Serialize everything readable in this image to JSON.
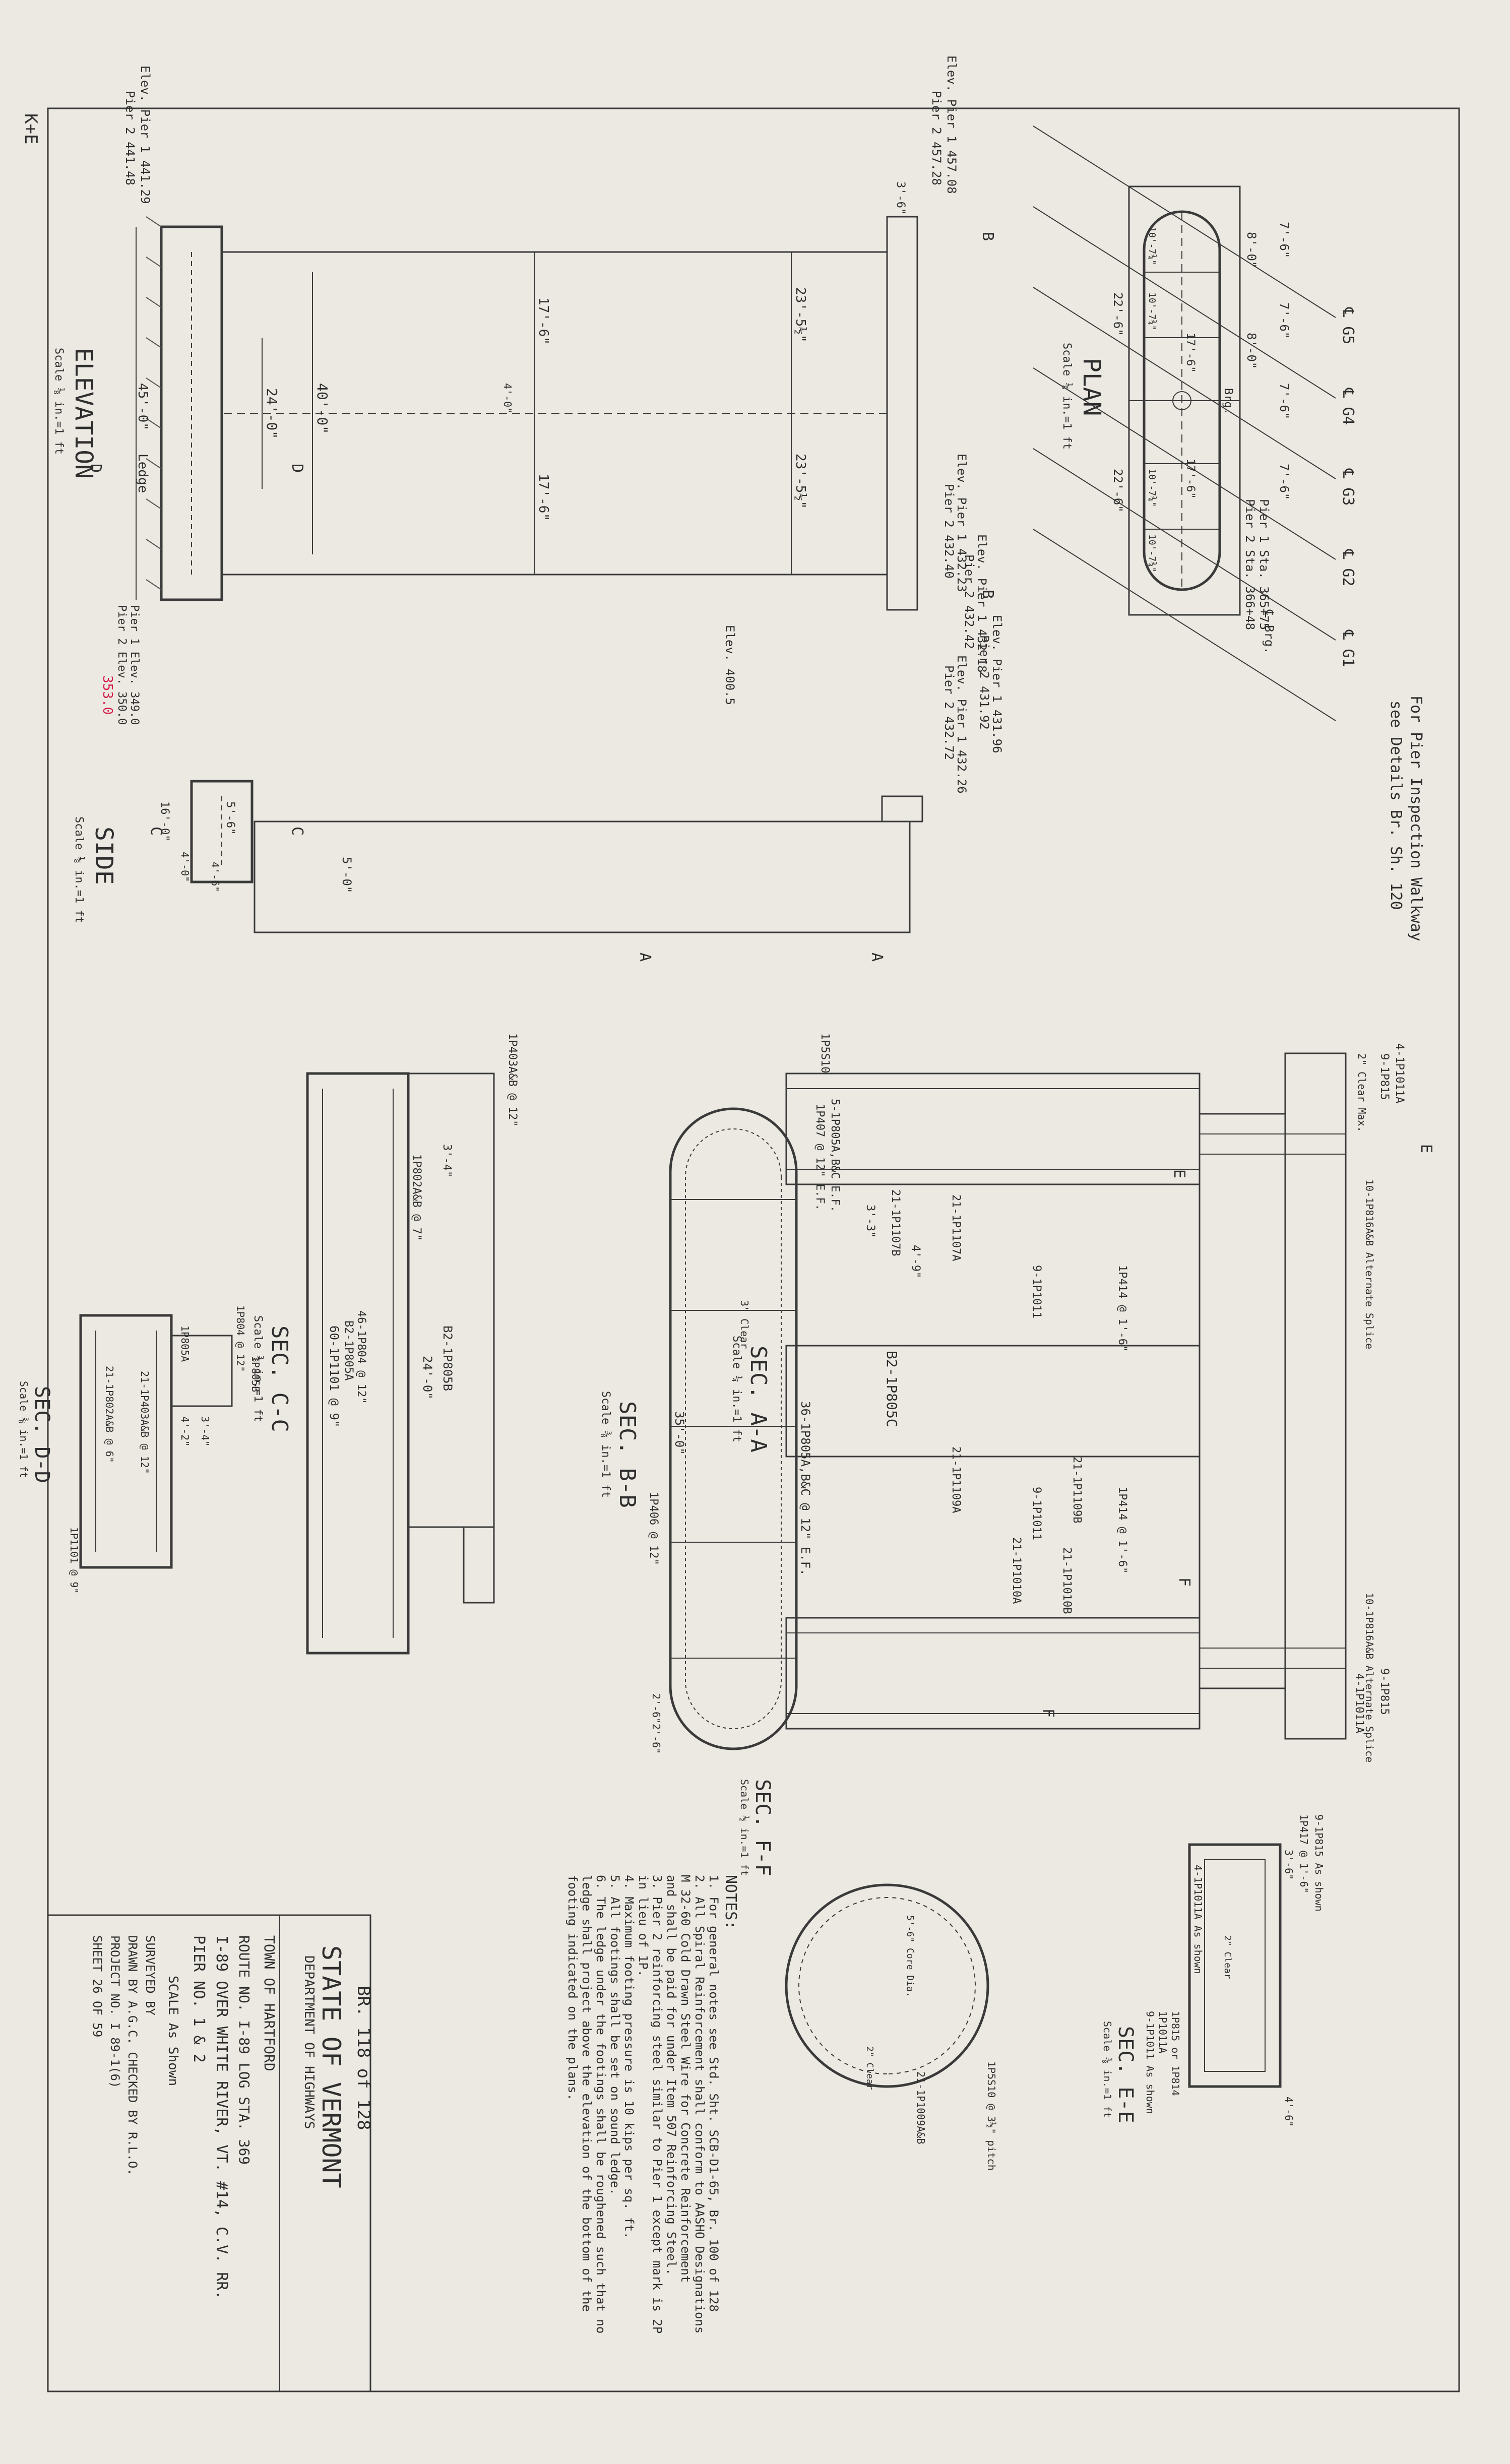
{
  "sheet": {
    "bg_color": "#ece9e2",
    "ink_color": "#2e2e2e",
    "red_color": "#d21e4b",
    "corner_mark": "K+E"
  },
  "plan": {
    "title": "PLAN",
    "scale": "Scale ⅛ in.=1 ft",
    "station_labels": [
      "℄ G5",
      "℄ G4",
      "℄ G3",
      "℄ G2",
      "℄ G1"
    ],
    "dims": [
      "8'-0\"",
      "8'-0\"",
      "7'-6\"",
      "7'-6\"",
      "7'-6\"",
      "7'-6\"",
      "22'-6\"",
      "22'-6\"",
      "Brg.",
      "17'-6\"",
      "17'-6\"",
      "10'-7¾\"",
      "10'-7¾\"",
      "10'-7¾\"",
      "10'-7¾\""
    ],
    "station_note_1": "Pier 1 Sta. 365+75",
    "station_note_2": "Pier 2 Sta. 366+48",
    "brg_label": "℄ Brg."
  },
  "elevation": {
    "title": "ELEVATION",
    "scale": "Scale ⅛ in.=1 ft",
    "elev_top_1": "Elev. Pier 1 457.08",
    "elev_top_2": "Pier 2 457.28",
    "elev_top_3": "Elev. Pier 1 441.29",
    "elev_top_4": "Pier 2 441.48",
    "elev_mid_1": "Elev. Pier 1 432.23",
    "elev_mid_2": "Pier 2 432.40",
    "elev_mid_3": "Elev. Pier 1 432.18",
    "elev_mid_4": "Pier 2 432.42",
    "elev_bot_1": "Elev. Pier 1 431.96",
    "elev_bot_2": "Pier 2 431.92",
    "elev_bot_3": "Elev. Pier 1 432.26",
    "elev_bot_4": "Pier 2 432.72",
    "elev_400": "Elev. 400.5",
    "dims": [
      "3'-6\"",
      "23'-5½\"",
      "23'-5½\"",
      "17'-6\"",
      "17'-6\"",
      "40'-0\"",
      "24'-0\"",
      "45'-0\"",
      "4'-0\""
    ],
    "ledge": "Ledge",
    "footing_elev_1": "Pier 1 Elev. 349.0",
    "footing_elev_2": "Pier 2 Elev. 350.0",
    "footing_elev_red": "353.0",
    "section_marks": [
      "B",
      "B",
      "D",
      "D"
    ]
  },
  "side": {
    "title": "SIDE",
    "scale": "Scale ⅛ in.=1 ft",
    "dims": [
      "5'-0\"",
      "5'-6\"",
      "16'-0\"",
      "4'-0\"",
      "4'-6\""
    ],
    "section_marks": [
      "C",
      "C",
      "A",
      "A"
    ]
  },
  "pier_note": {
    "line1": "For Pier Inspection Walkway",
    "line2": "see Details Br. Sh. 120"
  },
  "sec_aa": {
    "title": "SEC. A-A",
    "scale": "Scale ¼ in.=1 ft",
    "clear_label": "2\" Clear Max.",
    "bars": [
      "9-1P815",
      "10-1P816A&B Alternate Splice",
      "1P5S10",
      "4-1P1011A",
      "21-1P1107B",
      "21-1P1107A",
      "9-1P1011",
      "1P414 @ 1'-6\"",
      "B2-1P805C",
      "21-1P1109A",
      "21-1P1109B",
      "9-1P1011",
      "1P414 @ 1'-6\"",
      "21-1P1010B",
      "21-1P1010A",
      "10-1P816A&B Alternate Splice",
      "4-1P1011A",
      "9-1P815"
    ],
    "dims": [
      "4'-9\"",
      "3'-3\""
    ],
    "section_marks": [
      "E",
      "E",
      "F",
      "F"
    ]
  },
  "sec_bb": {
    "title": "SEC. B-B",
    "scale": "Scale ⅜ in.=1 ft",
    "bars": [
      "5-1P805A,B&C E.F.",
      "1P407 @ 12\" E.F.",
      "36-1P805A,B&C @ 12\" E.F.",
      "1P406 @ 12\""
    ],
    "dims": [
      "3\" Clear",
      "35'-0\"",
      "2'-6\"",
      "2'-6\""
    ]
  },
  "sec_cc": {
    "title": "SEC. C-C",
    "scale": "Scale ⅜ in.=1 ft",
    "bars": [
      "1P403A&B @ 12\"",
      "1P802A&B @ 7\"",
      "B2-1P805B",
      "46-1P804 @ 12\"",
      "B2-1P805A",
      "60-1P1101 @ 9\""
    ],
    "dims": [
      "3'-4\"",
      "24'-0\""
    ]
  },
  "sec_dd": {
    "title": "SEC. D-D",
    "scale": "Scale ⅜ in.=1 ft",
    "bars": [
      "1P805B",
      "1P804 @ 12\"",
      "1P805A",
      "21-1P403A&B @ 12\"",
      "21-1P802A&B @ 6\"",
      "1P1101 @ 9\""
    ],
    "dims": [
      "3'-4\"",
      "4'-2\""
    ]
  },
  "sec_ee": {
    "title": "SEC. E-E",
    "scale": "Scale ⅜ in.=1 ft",
    "bars": [
      "9-1P815 As shown",
      "1P417 @ 1'-6\"",
      "4-1P1011A As shown",
      "1P815 or 1P814",
      "1P1011A",
      "9-1P1011 As shown"
    ],
    "dims": [
      "3'-6\"",
      "4'-6\"",
      "2\" Clear"
    ]
  },
  "sec_ff": {
    "title": "SEC. F-F",
    "scale": "Scale ½ in.=1 ft",
    "bars": [
      "1P5S10 @ 3½\" pitch",
      "21-1P1009A&B"
    ],
    "dims": [
      "5'-6\" Core Dia.",
      "2\" Clear"
    ]
  },
  "notes": {
    "heading": "NOTES:",
    "lines": [
      "1. For general notes see Std. Sht. SCB-D1-65, Br. 100 of 128",
      "2. All Spiral Reinforcement shall conform to AASHO Designations",
      "   M 32-60 Cold Drawn Steel Wire for Concrete Reinforcement",
      "   and shall be paid for under Item 507 Reinforcing Steel.",
      "3. Pier 2 reinforcing steel similar to Pier 1 except mark is 2P",
      "   in lieu of 1P.",
      "4. Maximum footing pressure is 10 kips per sq. ft.",
      "5. All footings shall be set on sound ledge.",
      "6. The ledge under the footings shall be roughened such that no",
      "   ledge shall project above the elevation of the bottom of the",
      "   footing indicated on the plans."
    ]
  },
  "title_block": {
    "sheet_of": "BR. 118 of 128",
    "state": "STATE OF VERMONT",
    "department": "DEPARTMENT OF HIGHWAYS",
    "town": "TOWN OF HARTFORD",
    "route": "ROUTE NO. I-89   LOG STA. 369",
    "project_desc": "I-89 OVER WHITE RIVER, VT. #14, C.V. RR.",
    "pier": "PIER NO. 1 & 2",
    "scale": "SCALE As Shown",
    "surveyed": "SURVEYED BY",
    "drawn": "DRAWN BY  A.G.C.    CHECKED BY  R.L.O.",
    "project_no": "PROJECT NO. I 89-1(6)",
    "sheet": "SHEET 26 OF 59"
  }
}
